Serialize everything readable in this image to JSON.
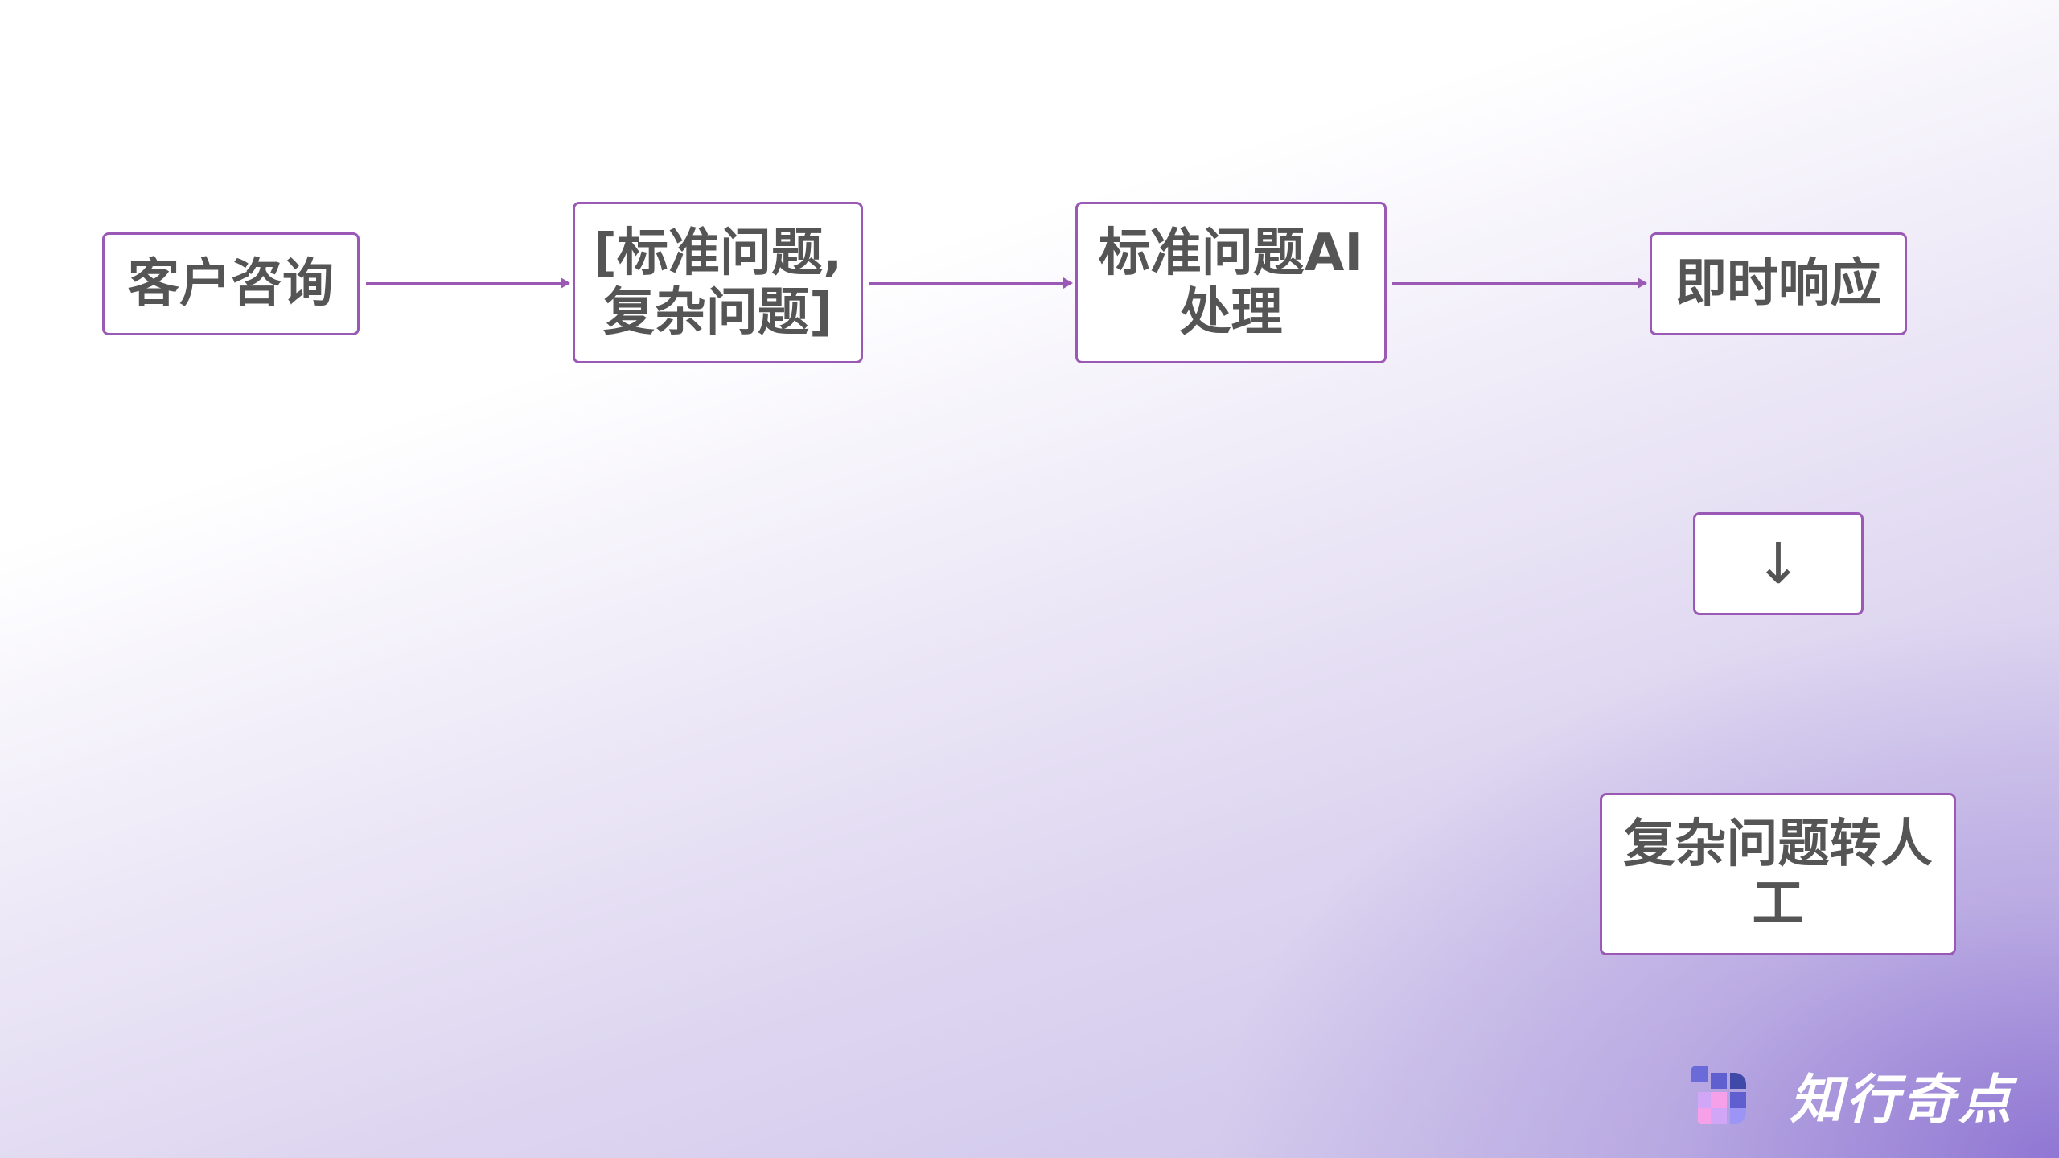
{
  "flow": {
    "nodes": [
      {
        "id": "n1",
        "label": "客户咨询"
      },
      {
        "id": "n2",
        "label": "[标准问题,\n复杂问题]"
      },
      {
        "id": "n3",
        "label": "标准问题AI\n处理"
      },
      {
        "id": "n4",
        "label": "即时响应"
      },
      {
        "id": "n5",
        "label": "↓"
      },
      {
        "id": "n6",
        "label": "复杂问题转人\n工"
      }
    ],
    "edges": [
      [
        "n1",
        "n2"
      ],
      [
        "n2",
        "n3"
      ],
      [
        "n3",
        "n4"
      ]
    ]
  },
  "logo": {
    "text": "知行奇点",
    "icon": "pixel-grid-logo-icon"
  },
  "colors": {
    "border": "#9b59b6",
    "text": "#555555"
  }
}
